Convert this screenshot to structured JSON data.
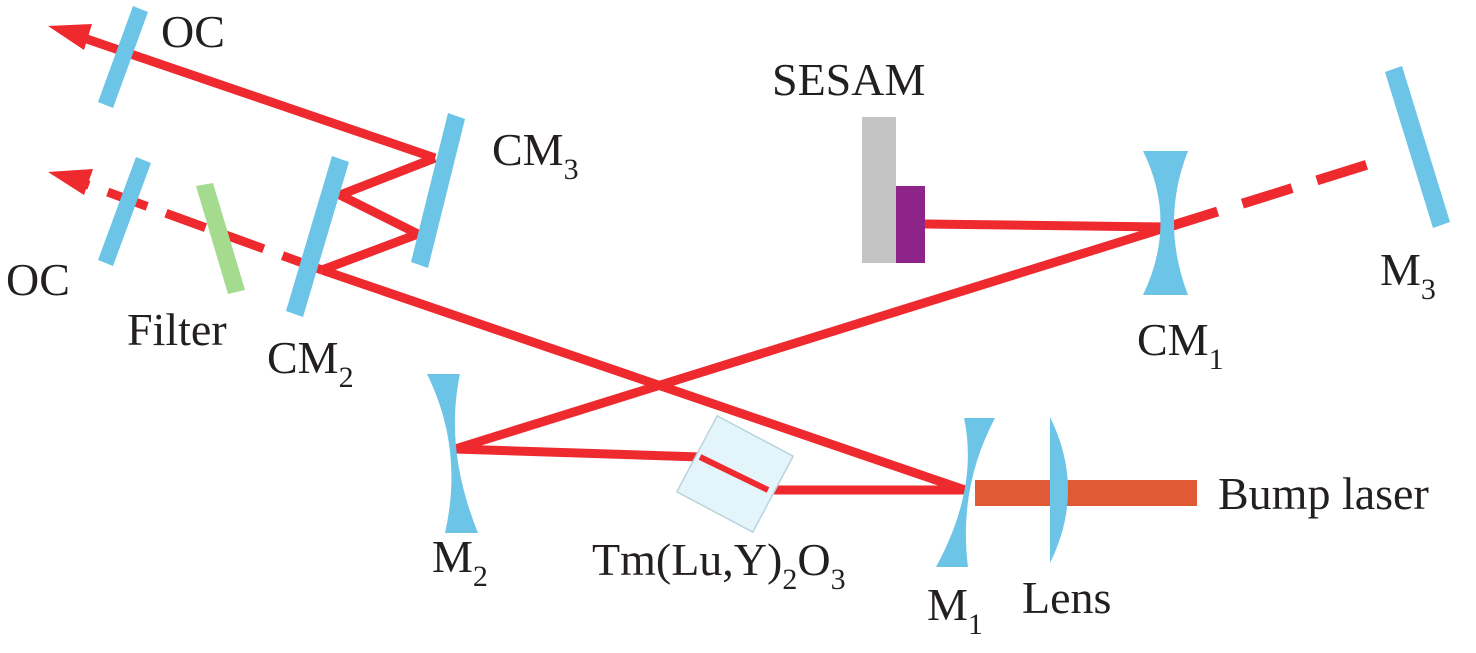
{
  "labels": {
    "oc_top": "OC",
    "oc_bottom": "OC",
    "cm3": {
      "base": "CM",
      "sub": "3"
    },
    "cm2": {
      "base": "CM",
      "sub": "2"
    },
    "cm1": {
      "base": "CM",
      "sub": "1"
    },
    "sesam": "SESAM",
    "m3": {
      "base": "M",
      "sub": "3"
    },
    "m2": {
      "base": "M",
      "sub": "2"
    },
    "m1": {
      "base": "M",
      "sub": "1"
    },
    "filter": "Filter",
    "crystal": {
      "a": "Tm(Lu,Y)",
      "s1": "2",
      "b": "O",
      "s2": "3"
    },
    "lens": "Lens",
    "pump": "Bump laser"
  },
  "colors": {
    "beam": "#ee2a2f",
    "pump_beam": "#e05a36",
    "mirror": "#6cc5e6",
    "filter": "#a4db8f",
    "sesam_mount": "#c4c4c4",
    "sesam_absorber": "#8e2489",
    "crystal": "#e3f4fa"
  }
}
